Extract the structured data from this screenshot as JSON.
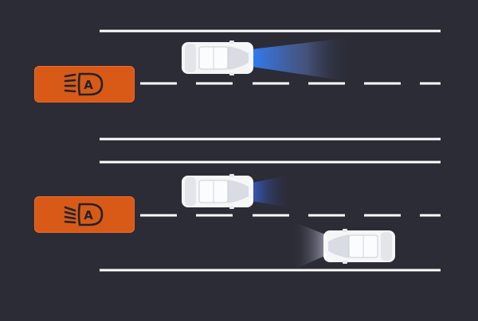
{
  "colors": {
    "background": "#2b2c36",
    "road_line": "#ffffff",
    "badge_fill": "#d85a16",
    "badge_icon": "#1f2430",
    "beam_high": "#2f80ff",
    "beam_low": "#8a97c8",
    "car_body": "#f5f6f8"
  },
  "scenarios": [
    {
      "label": "no-oncoming-traffic",
      "indicator_icon": "auto-headlight-icon",
      "beam": "high",
      "vehicles": [
        "ego-car"
      ]
    },
    {
      "label": "oncoming-traffic",
      "indicator_icon": "auto-headlight-icon",
      "beam": "low",
      "vehicles": [
        "ego-car",
        "oncoming-car"
      ]
    }
  ]
}
